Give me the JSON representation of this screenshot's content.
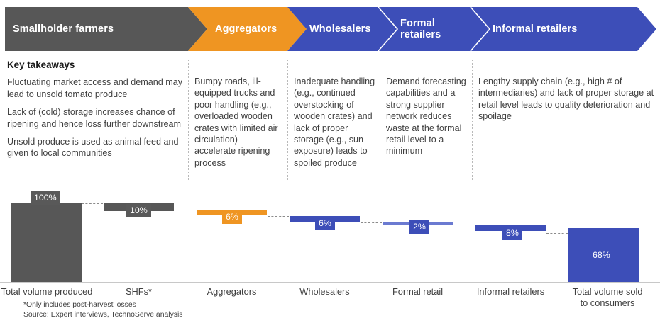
{
  "header": {
    "stages": [
      {
        "label": "Smallholder farmers",
        "color": "#575757"
      },
      {
        "label": "Aggregators",
        "color": "#ef9522"
      },
      {
        "label": "Wholesalers",
        "color": "#3d4eb8"
      },
      {
        "label": "Formal\nretailers",
        "color": "#3d4eb8"
      },
      {
        "label": "Informal retailers",
        "color": "#3d4eb8"
      }
    ]
  },
  "takeaways": {
    "title": "Key takeaways",
    "columns": [
      {
        "name": "smallholder-farmers",
        "paragraphs": [
          "Fluctuating market access and demand may lead to unsold tomato produce",
          "Lack of (cold) storage increases chance of ripening and hence loss further downstream",
          "Unsold produce is used as animal feed and given to local communities"
        ]
      },
      {
        "name": "aggregators",
        "paragraphs": [
          "Bumpy roads, ill-equipped trucks and poor handling (e.g., overloaded wooden crates with limited air circulation) accelerate ripening process"
        ]
      },
      {
        "name": "wholesalers",
        "paragraphs": [
          "Inadequate handling (e.g., continued overstocking of wooden crates) and lack of proper storage (e.g., sun exposure) leads to spoiled produce"
        ]
      },
      {
        "name": "formal-retailers",
        "paragraphs": [
          "Demand forecasting capabilities and a strong supplier network reduces waste at the formal retail level to a minimum"
        ]
      },
      {
        "name": "informal-retailers",
        "paragraphs": [
          "Lengthy supply chain (e.g., high # of intermediaries) and lack of proper storage at retail level leads to quality deterioration and spoilage"
        ]
      }
    ]
  },
  "chart_data": {
    "type": "bar",
    "chart_subtype": "waterfall",
    "title": "",
    "xlabel": "",
    "ylabel": "",
    "ylim": [
      0,
      100
    ],
    "grid": false,
    "legend": "none",
    "categories": [
      "Total volume produced",
      "SHFs*",
      "Aggregators",
      "Wholesalers",
      "Formal retail",
      "Informal retailers",
      "Total volume sold to consumers"
    ],
    "values": [
      100,
      10,
      6,
      6,
      2,
      8,
      68
    ],
    "data_labels": [
      "100%",
      "10%",
      "6%",
      "6%",
      "2%",
      "8%",
      "68%"
    ],
    "kinds": [
      "total",
      "decrease",
      "decrease",
      "decrease",
      "decrease",
      "decrease",
      "total"
    ],
    "running_top": [
      100,
      100,
      90,
      84,
      78,
      76,
      68
    ],
    "running_bottom": [
      0,
      90,
      84,
      78,
      76,
      68,
      0
    ],
    "series_colors": [
      "#575757",
      "#575757",
      "#ef9522",
      "#3d4eb8",
      "#3d4eb8",
      "#3d4eb8",
      "#3d4eb8"
    ]
  },
  "axis_labels": [
    "Total volume produced",
    "SHFs*",
    "Aggregators",
    "Wholesalers",
    "Formal retail",
    "Informal retailers",
    "Total volume sold\nto consumers"
  ],
  "footnotes": [
    "*Only includes post-harvest losses",
    "Source: Expert interviews, TechnoServe analysis"
  ]
}
